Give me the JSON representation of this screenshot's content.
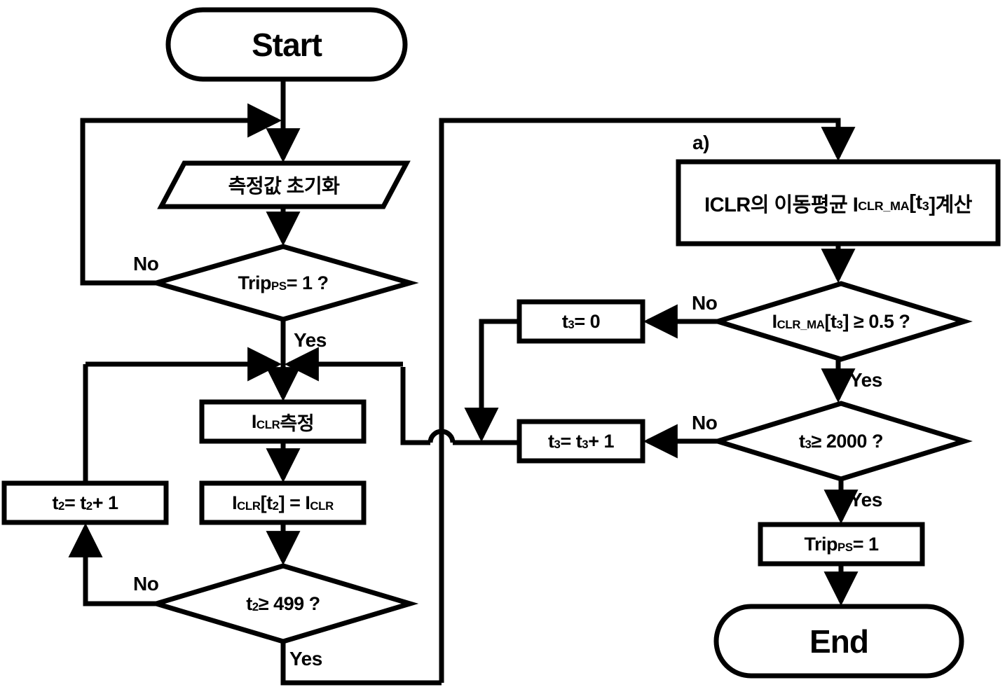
{
  "diagram": {
    "title": "Protection trip algorithm flowchart",
    "stroke_color": "#000000",
    "fill_color": "#ffffff",
    "background": "#ffffff",
    "annotation_a": "a)"
  },
  "nodes": {
    "start": {
      "label": "Start",
      "shape": "terminator"
    },
    "init": {
      "label": "측정값 초기화",
      "shape": "parallelogram"
    },
    "trip_check": {
      "label_main": "Trip",
      "label_sub": "PS",
      "label_tail": " = 1 ?",
      "shape": "decision"
    },
    "measure": {
      "label_main": "I",
      "label_sub": "CLR",
      "label_tail": " 측정",
      "shape": "process"
    },
    "store": {
      "label_main": "I",
      "label_sub": "CLR",
      "label_mid": " [t",
      "label_sub2": "2",
      "label_tail": "] = I",
      "label_sub3": "CLR",
      "shape": "process"
    },
    "t2_inc": {
      "label_main": "t",
      "label_sub": "2",
      "label_mid": " = t",
      "label_sub2": "2",
      "label_tail": " + 1",
      "shape": "process"
    },
    "t2_check": {
      "label_main": "t",
      "label_sub": "2",
      "label_tail": " ≥ 499 ?",
      "shape": "decision"
    },
    "moving_avg": {
      "label_pre": "ICLR의 이동평균 I",
      "label_sub": "CLR_MA",
      "label_mid": " [t",
      "label_sub2": "3",
      "label_tail": "]계산",
      "shape": "process"
    },
    "ma_check": {
      "label_main": "I",
      "label_sub": "CLR_MA",
      "label_mid": " [t",
      "label_sub2": "3",
      "label_tail": "] ≥ 0.5 ?",
      "shape": "decision"
    },
    "t3_zero": {
      "label_main": "t",
      "label_sub": "3",
      "label_tail": " = 0",
      "shape": "process"
    },
    "t3_check": {
      "label_main": "t",
      "label_sub": "3",
      "label_tail": " ≥ 2000 ?",
      "shape": "decision"
    },
    "t3_inc": {
      "label_main": "t",
      "label_sub": "3",
      "label_mid": " = t",
      "label_sub2": "3",
      "label_tail": " + 1",
      "shape": "process"
    },
    "trip_set": {
      "label_main": "Trip",
      "label_sub": "PS",
      "label_tail": " = 1",
      "shape": "process"
    },
    "end": {
      "label": "End",
      "shape": "terminator"
    }
  },
  "edge_labels": {
    "trip_no": "No",
    "trip_yes": "Yes",
    "t2_no": "No",
    "t2_yes": "Yes",
    "ma_no": "No",
    "ma_yes": "Yes",
    "t3_no": "No",
    "t3_yes": "Yes"
  },
  "chart_data": {
    "type": "diagram",
    "flow_nodes": [
      "Start",
      "측정값 초기화",
      "Trip_PS = 1 ?",
      "I_CLR 측정",
      "I_CLR [t2] = I_CLR",
      "t2 ≥ 499 ?",
      "t2 = t2 + 1",
      "ICLR의 이동평균 I_CLR_MA [t3]계산",
      "I_CLR_MA [t3] ≥ 0.5 ?",
      "t3 = 0",
      "t3 ≥ 2000 ?",
      "t3 = t3 + 1",
      "Trip_PS = 1",
      "End"
    ],
    "flow_edges": [
      {
        "from": "Start",
        "to": "측정값 초기화",
        "label": ""
      },
      {
        "from": "측정값 초기화",
        "to": "Trip_PS = 1 ?",
        "label": ""
      },
      {
        "from": "Trip_PS = 1 ?",
        "to": "측정값 초기화",
        "label": "No"
      },
      {
        "from": "Trip_PS = 1 ?",
        "to": "I_CLR 측정",
        "label": "Yes"
      },
      {
        "from": "I_CLR 측정",
        "to": "I_CLR [t2] = I_CLR",
        "label": ""
      },
      {
        "from": "I_CLR [t2] = I_CLR",
        "to": "t2 ≥ 499 ?",
        "label": ""
      },
      {
        "from": "t2 ≥ 499 ?",
        "to": "t2 = t2 + 1",
        "label": "No"
      },
      {
        "from": "t2 = t2 + 1",
        "to": "I_CLR 측정",
        "label": ""
      },
      {
        "from": "t2 ≥ 499 ?",
        "to": "ICLR의 이동평균 I_CLR_MA [t3]계산",
        "label": "Yes"
      },
      {
        "from": "ICLR의 이동평균 I_CLR_MA [t3]계산",
        "to": "I_CLR_MA [t3] ≥ 0.5 ?",
        "label": ""
      },
      {
        "from": "I_CLR_MA [t3] ≥ 0.5 ?",
        "to": "t3 = 0",
        "label": "No"
      },
      {
        "from": "I_CLR_MA [t3] ≥ 0.5 ?",
        "to": "t3 ≥ 2000 ?",
        "label": "Yes"
      },
      {
        "from": "t3 ≥ 2000 ?",
        "to": "t3 = t3 + 1",
        "label": "No"
      },
      {
        "from": "t3 ≥ 2000 ?",
        "to": "Trip_PS = 1",
        "label": "Yes"
      },
      {
        "from": "Trip_PS = 1",
        "to": "End",
        "label": ""
      },
      {
        "from": "t3 = 0",
        "to": "I_CLR 측정",
        "label": ""
      },
      {
        "from": "t3 = t3 + 1",
        "to": "I_CLR 측정",
        "label": ""
      }
    ]
  }
}
